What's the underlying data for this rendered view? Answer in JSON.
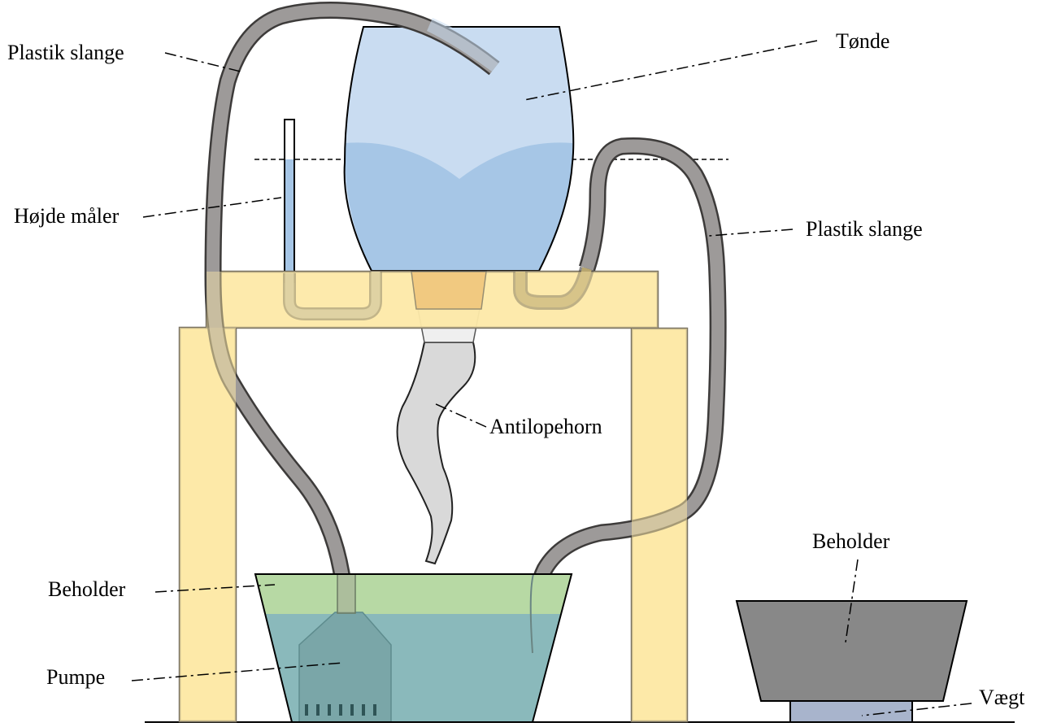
{
  "labels": {
    "hose_left": "Plastik slange",
    "barrel": "Tønde",
    "height_gauge": "Højde måler",
    "hose_right": "Plastik slange",
    "horn": "Antilopehorn",
    "container_left": "Beholder",
    "pump": "Pumpe",
    "container_right": "Beholder",
    "scale": "Vægt"
  },
  "colors": {
    "wood": "#fde9a8",
    "wood_stroke": "#7a7363",
    "barrel_air": "#c9dcf1",
    "barrel_water": "#a6c6e6",
    "hose": "#9d9a99",
    "hose_stroke": "#3d3b3a",
    "horn": "#d9d9d9",
    "funnel": "#e8b060",
    "basin_top": "#b7d9a4",
    "basin_water": "#8ab9bb",
    "pump": "#7aa6a8",
    "container_right": "#888888",
    "scale": "#a8b4cc"
  }
}
